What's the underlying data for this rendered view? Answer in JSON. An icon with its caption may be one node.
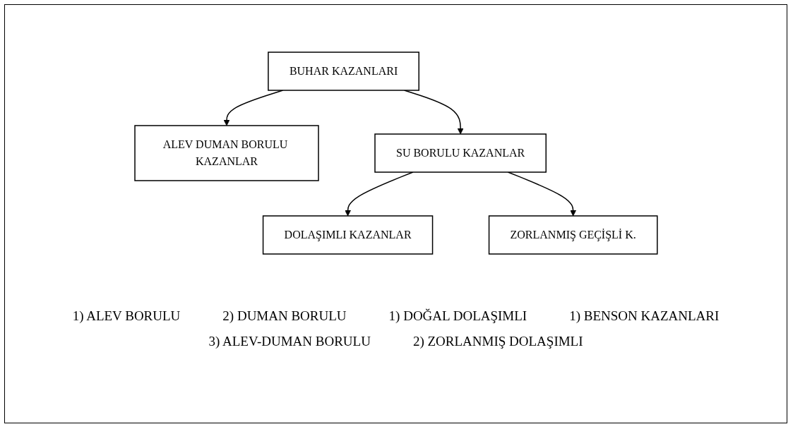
{
  "diagram": {
    "nodes": [
      {
        "text": [
          "BUHAR KAZANLARI"
        ]
      },
      {
        "text": [
          "ALEV DUMAN BORULU KAZANLAR"
        ]
      },
      {
        "text": [
          "SU BORULU KAZANLAR"
        ]
      },
      {
        "text": [
          "DOLAŞIMLI KAZANLAR"
        ]
      },
      {
        "text": [
          "ZORLANMIŞ GEÇİŞLİ K."
        ]
      }
    ],
    "edges": [
      {
        "from": 0,
        "to": 1,
        "arrow": "to"
      },
      {
        "from": 0,
        "to": 2,
        "arrow": "to"
      },
      {
        "from": 2,
        "to": 3,
        "arrow": "to"
      },
      {
        "from": 2,
        "to": 4,
        "arrow": "to"
      }
    ],
    "labels": [
      "1) ALEV BORULU",
      "2) DUMAN BORULU",
      "1) DOĞAL DOLAŞIMLI",
      "1) BENSON KAZANLARI",
      "3) ALEV-DUMAN BORULU",
      "2) ZORLANMIŞ DOLAŞIMLI"
    ]
  }
}
